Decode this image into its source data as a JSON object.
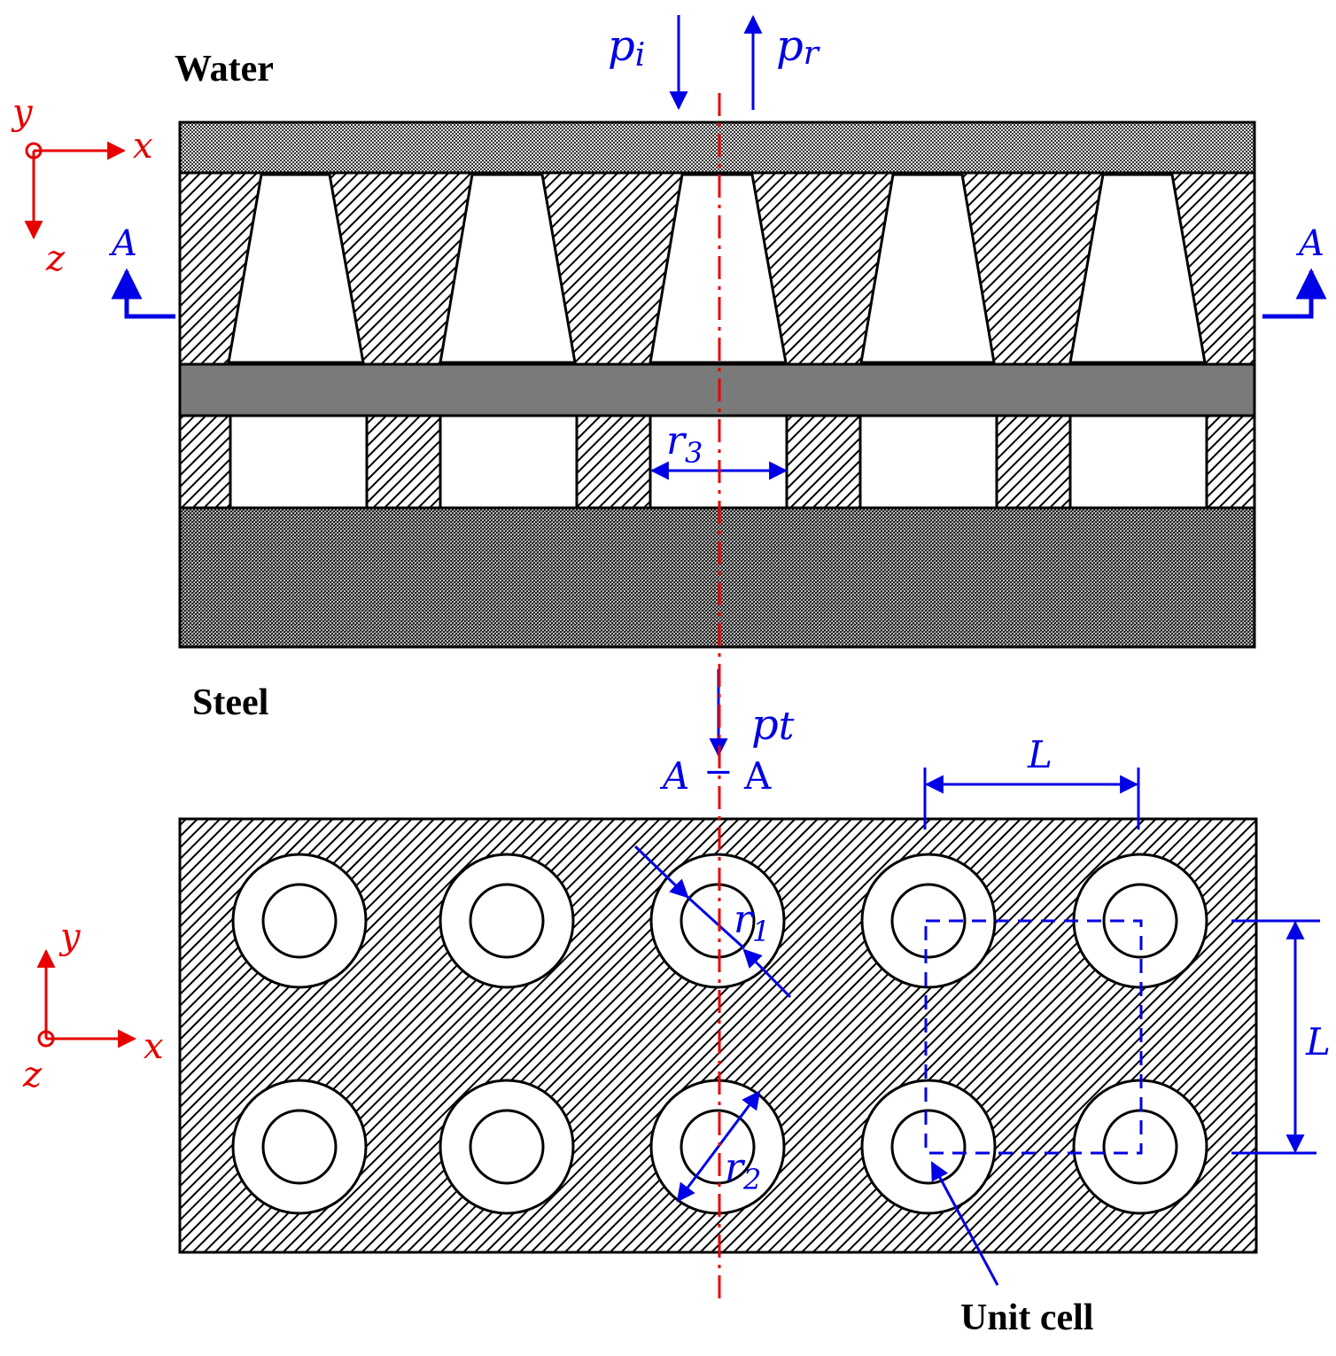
{
  "labels": {
    "water": "Water",
    "steel": "Steel",
    "unit_cell": "Unit cell",
    "p_i": "p",
    "p_i_sub": "i",
    "p_r": "p",
    "p_r_sub": "r",
    "p_t": "p",
    "p_t_sub": "t",
    "section_left": "A",
    "section_right": "A",
    "section_caption_left": "A",
    "section_caption_dash": "−",
    "section_caption_right": "A",
    "r1": "r",
    "r1_sub": "1",
    "r2": "r",
    "r2_sub": "2",
    "r3": "r",
    "r3_sub": "3",
    "L_top": "L",
    "L_right": "L"
  },
  "axes_top": {
    "x": "x",
    "y": "y",
    "z": "z"
  },
  "axes_bottom": {
    "x": "x",
    "y": "y",
    "z": "z"
  },
  "colors": {
    "annotation_blue": "#0000e6",
    "axis_red": "#e60000",
    "center_line": "#e60000",
    "middle_plate": "#7a7a7a",
    "hatch": "#000000"
  }
}
